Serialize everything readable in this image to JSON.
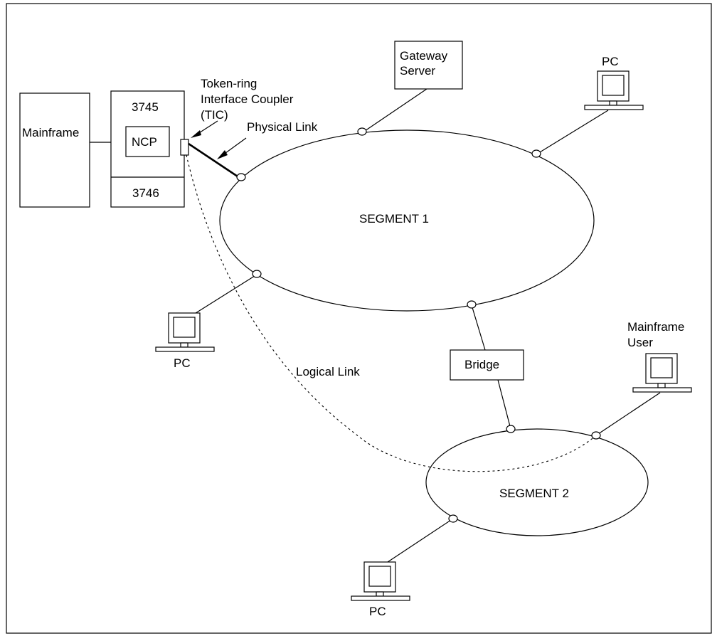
{
  "mainframe": {
    "label": "Mainframe"
  },
  "controller": {
    "label_3745": "3745",
    "label_ncp": "NCP",
    "label_3746": "3746"
  },
  "tic": {
    "line1": "Token-ring",
    "line2": "Interface Coupler",
    "line3": "(TIC)"
  },
  "links": {
    "physical": "Physical Link",
    "logical": "Logical Link"
  },
  "gateway": {
    "line1": "Gateway",
    "line2": "Server"
  },
  "segments": {
    "segment1": "SEGMENT 1",
    "segment2": "SEGMENT 2"
  },
  "bridge": {
    "label": "Bridge"
  },
  "pcs": {
    "pc_top_right": "PC",
    "pc_left": "PC",
    "pc_bottom": "PC"
  },
  "mainframe_user": {
    "line1": "Mainframe",
    "line2": "User"
  }
}
